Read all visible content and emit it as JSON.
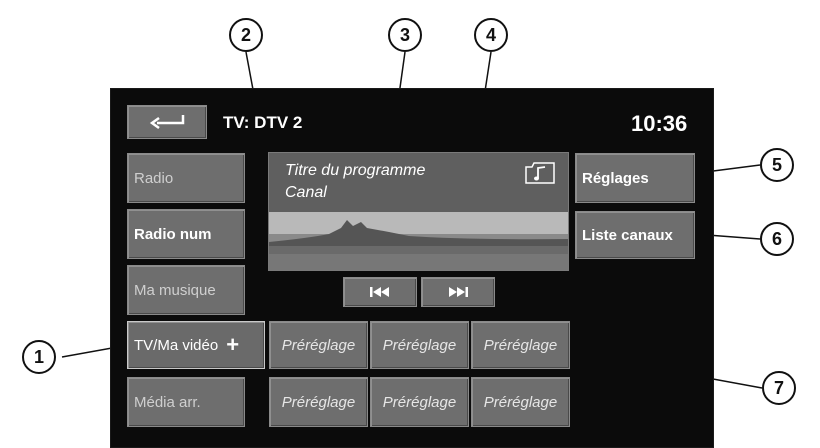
{
  "header": {
    "back_icon": "return-arrow-icon",
    "title": "TV: DTV 2",
    "time": "10:36"
  },
  "left_menu": [
    {
      "label": "Radio"
    },
    {
      "label": "Radio num"
    },
    {
      "label": "Ma musique"
    },
    {
      "label": "TV/Ma vidéo",
      "plus": "+"
    },
    {
      "label": "Média arr."
    }
  ],
  "media": {
    "program_title": "Titre du programme",
    "channel": "Canal",
    "music_icon": "music-note-icon"
  },
  "transport": {
    "prev_icon": "skip-previous-icon",
    "next_icon": "skip-next-icon"
  },
  "right_menu": {
    "settings": "Réglages",
    "channel_list": "Liste canaux"
  },
  "presets": [
    "Préréglage",
    "Préréglage",
    "Préréglage",
    "Préréglage",
    "Préréglage",
    "Préréglage"
  ],
  "callouts": [
    "1",
    "2",
    "3",
    "4",
    "5",
    "6",
    "7"
  ]
}
